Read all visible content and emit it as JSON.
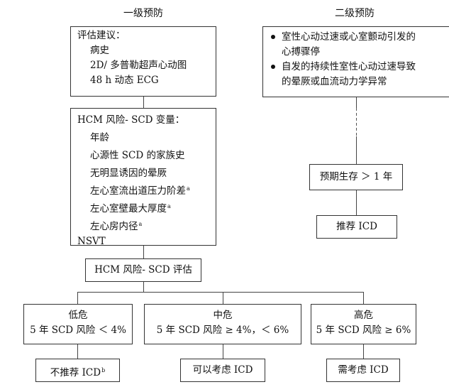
{
  "headers": {
    "primary": "一级预防",
    "secondary": "二级预防"
  },
  "eval_box": {
    "title": "评估建议：",
    "items": [
      "病史",
      "2D/ 多普勒超声心动图",
      "48 h 动态 ECG"
    ]
  },
  "variables_box": {
    "title": "HCM 风险- SCD 变量：",
    "items": [
      {
        "text": "年龄",
        "sup": ""
      },
      {
        "text": "心源性 SCD 的家族史",
        "sup": ""
      },
      {
        "text": "无明显诱因的晕厥",
        "sup": ""
      },
      {
        "text": "左心室流出道压力阶差",
        "sup": "a"
      },
      {
        "text": "左心室壁最大厚度",
        "sup": "a"
      },
      {
        "text": "左心房内径",
        "sup": "a"
      }
    ],
    "last": "NSVT"
  },
  "assessment_box": "HCM 风险- SCD 评估",
  "risk": {
    "low": {
      "title": "低危",
      "desc": "5 年 SCD 风险 ＜ 4%",
      "rec": "不推荐 ICD",
      "rec_sup": "b"
    },
    "mid": {
      "title": "中危",
      "desc": "5 年 SCD 风险 ≥ 4%，＜ 6%",
      "rec": "可以考虑 ICD"
    },
    "high": {
      "title": "高危",
      "desc": "5 年 SCD 风险 ≥ 6%",
      "rec": "需考虑 ICD"
    }
  },
  "secondary_box": {
    "items": [
      "室性心动过速或心室颤动引发的心搏骤停",
      "自发的持续性室性心动过速导致的晕厥或血流动力学异常"
    ],
    "lines": [
      [
        "室性心动过速或心室颤动引发的",
        "心搏骤停"
      ],
      [
        "自发的持续性室性心动过速导致",
        "的晕厥或血流动力学异常"
      ]
    ]
  },
  "survival_box": "预期生存 ＞ 1 年",
  "recommend_box": "推荐 ICD"
}
